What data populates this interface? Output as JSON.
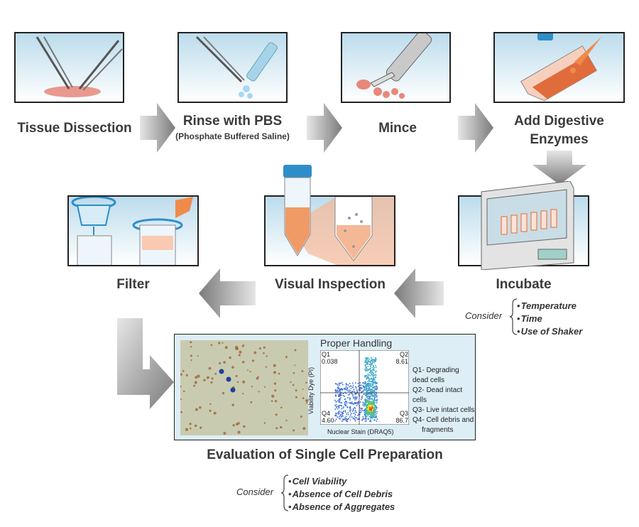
{
  "steps": {
    "tissue_dissection": "Tissue Dissection",
    "rinse": "Rinse with PBS",
    "rinse_sub": "(Phosphate Buffered Saline)",
    "mince": "Mince",
    "add_enzymes_line1": "Add Digestive",
    "add_enzymes_line2": "Enzymes",
    "incubate": "Incubate",
    "visual_inspection": "Visual Inspection",
    "filter": "Filter",
    "evaluation": "Evaluation of Single Cell Preparation"
  },
  "incubate_consider": {
    "label": "Consider",
    "items": [
      "Temperature",
      "Time",
      "Use of Shaker"
    ]
  },
  "evaluation_consider": {
    "label": "Consider",
    "items": [
      "Cell Viability",
      "Absence of Cell Debris",
      "Absence of Aggregates"
    ]
  },
  "flow_plot": {
    "title": "Proper Handling",
    "y_axis": "Viability Dye (PI)",
    "x_axis": "Nuclear Stain (DRAQ5)",
    "quadrants": {
      "q1": {
        "name": "Q1",
        "value": "0.038"
      },
      "q2": {
        "name": "Q2",
        "value": "8.61"
      },
      "q3": {
        "name": "Q3",
        "value": "86.7"
      },
      "q4": {
        "name": "Q4",
        "value": "4.60"
      }
    },
    "legend": [
      "Q1- Degrading dead cells",
      "Q2- Dead intact cells",
      "Q3- Live intact cells",
      "Q4- Cell debris and",
      "fragments"
    ]
  },
  "colors": {
    "panel_bg": "#cfe6f1",
    "arrow_gray": "#8a8a8a",
    "tissue": "#e8877a",
    "digest_orange": "#f08a4b",
    "flow_hot": "#f5e21a"
  }
}
